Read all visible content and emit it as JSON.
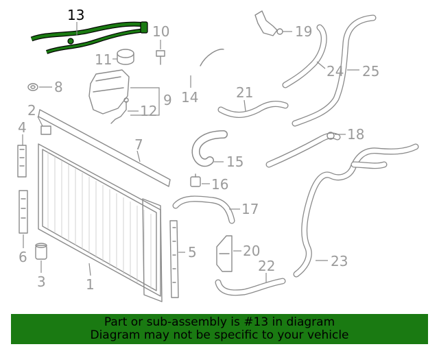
{
  "callouts": {
    "c1": "1",
    "c2": "2",
    "c3": "3",
    "c4": "4",
    "c5": "5",
    "c6": "6",
    "c7": "7",
    "c8": "8",
    "c9": "9",
    "c10": "10",
    "c11": "11",
    "c12": "12",
    "c13": "13",
    "c14": "14",
    "c15": "15",
    "c16": "16",
    "c17": "17",
    "c18": "18",
    "c19": "19",
    "c20": "20",
    "c21": "21",
    "c22": "22",
    "c23": "23",
    "c24": "24",
    "c25": "25"
  },
  "highlight_part": "13",
  "colors": {
    "highlight": "#1a7a12",
    "line": "#8a8a8a",
    "label": "#9a9a9a"
  },
  "banner": {
    "line1": "Part or sub-assembly is #13 in diagram",
    "line2": "Diagram may not be specific to your vehicle"
  }
}
